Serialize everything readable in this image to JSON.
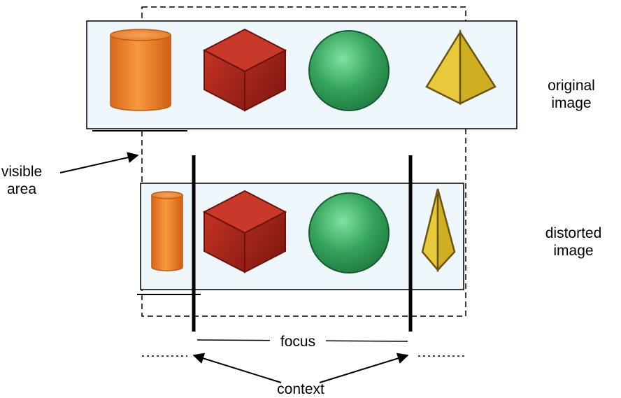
{
  "labels": {
    "original_line1": "original",
    "original_line2": "image",
    "distorted_line1": "distorted",
    "distorted_line2": "image",
    "visible_line1": "visible",
    "visible_line2": "area",
    "focus": "focus",
    "context": "context"
  },
  "shapes": {
    "original": [
      "cylinder",
      "cube",
      "sphere",
      "pyramid"
    ],
    "distorted": [
      "cylinder",
      "cube",
      "sphere",
      "pyramid"
    ]
  },
  "colors": {
    "panel_fill": "#eef7fb",
    "cylinder": "#f07f1f",
    "cube": "#b5261c",
    "sphere": "#2f9a55",
    "pyramid": "#e2c22e",
    "ink": "#000000"
  }
}
